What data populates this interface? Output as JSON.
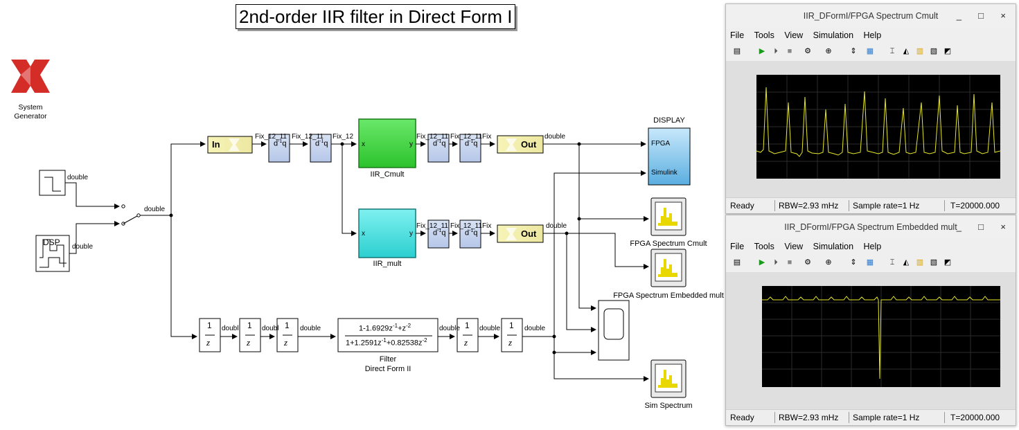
{
  "model": {
    "title": "2nd-order IIR filter in Direct Form I",
    "logo_caption_line1": "System",
    "logo_caption_line2": "Generator"
  },
  "blocks": {
    "gateway_in": "In",
    "gateway_out": "Out",
    "iir_cmult": "IIR_Cmult",
    "iir_mult": "IIR_mult",
    "port_x": "x",
    "port_y": "y",
    "display_title": "DISPLAY",
    "display_port_fpga": "FPGA",
    "display_port_simulink": "Simulink",
    "spectrum_cmult": "FPGA Spectrum Cmult",
    "spectrum_embedded": "FPGA Spectrum Embedded mult",
    "sim_spectrum": "Sim Spectrum",
    "filter_name_line1": "Filter",
    "filter_name_line2": "Direct Form II",
    "filter_num": "1-1.6929z",
    "filter_num_exp1": "-1",
    "filter_num_tail": "+z",
    "filter_num_exp2": "-2",
    "filter_den": "1+1.2591z",
    "filter_den_exp1": "-1",
    "filter_den_tail": "+0.82538z",
    "filter_den_exp2": "-2",
    "delay_num": "1",
    "delay_den": "z",
    "dsp_label": "DSP",
    "dq_text": "d",
    "dq_q": "q",
    "dq_exp": "-1"
  },
  "signals": {
    "double": "double",
    "doubl": "doubl",
    "fix12": "Fix_12",
    "fix12_11": "Fix_12_11",
    "fix_short": "Fix_12_11",
    "fix_cut": "Fix"
  },
  "window_cmult": {
    "title": "IIR_DFormI/FPGA Spectrum Cmult",
    "minimize": "_",
    "maximize": "□",
    "close": "×",
    "menu": [
      "File",
      "Tools",
      "View",
      "Simulation",
      "Help"
    ],
    "status_ready": "Ready",
    "status_rbw": "RBW=2.93 mHz",
    "status_rate": "Sample rate=1 Hz",
    "status_time": "T=20000.000"
  },
  "window_embedded": {
    "title": "IIR_DFormI/FPGA Spectrum Embedded mult",
    "minimize": "_",
    "maximize": "□",
    "close": "×",
    "menu": [
      "File",
      "Tools",
      "View",
      "Simulation",
      "Help"
    ],
    "status_ready": "Ready",
    "status_rbw": "RBW=2.93 mHz",
    "status_rate": "Sample rate=1 Hz",
    "status_time": "T=20000.000"
  },
  "colors": {
    "gateway": "#f6f3b4",
    "iir_cmult": "#4fd84f",
    "iir_mult": "#41dede",
    "display": "#9fd3f5",
    "trace": "#e8e82a",
    "logo": "#d42d27"
  }
}
